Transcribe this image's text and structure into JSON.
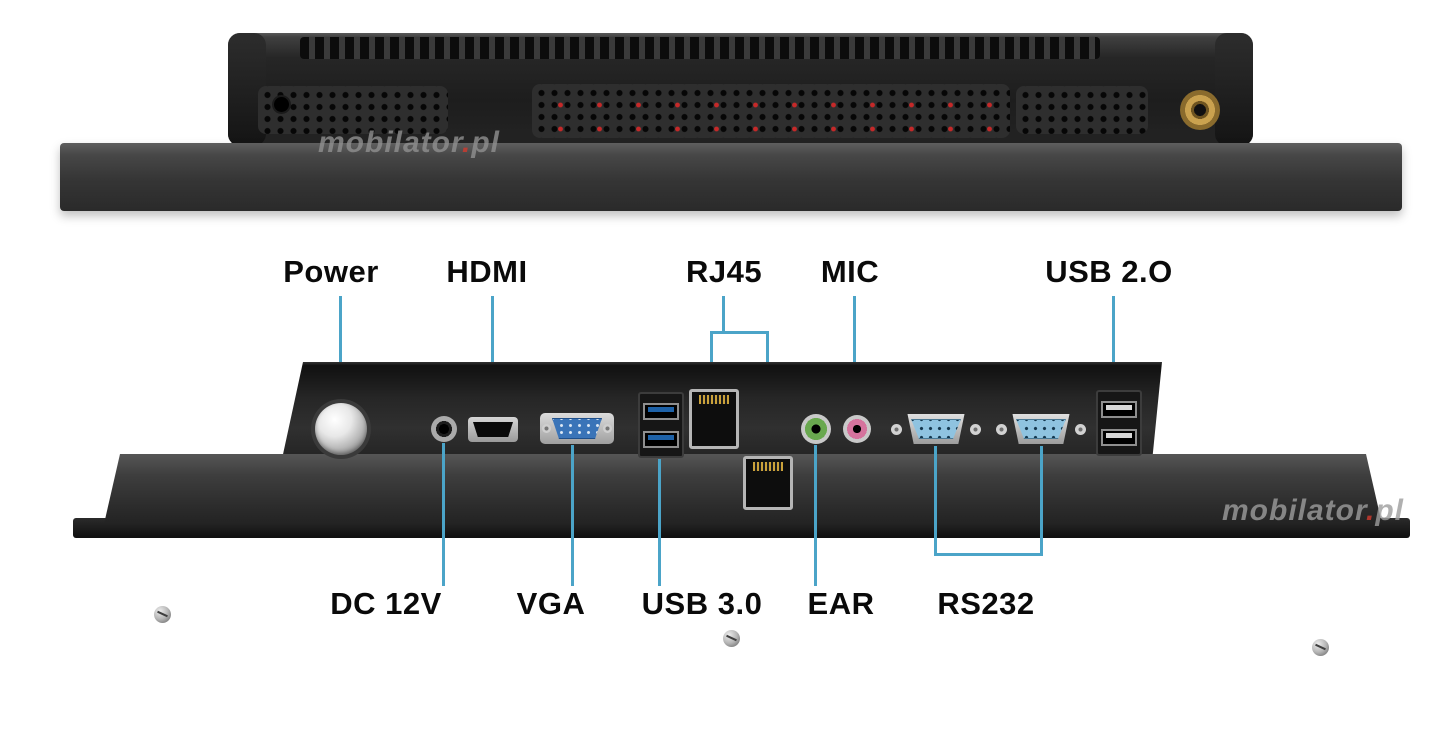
{
  "watermark": {
    "name": "mobilator",
    "dot": ".",
    "tld": "pl"
  },
  "top_labels": [
    {
      "id": "power",
      "text": "Power"
    },
    {
      "id": "hdmi",
      "text": "HDMI"
    },
    {
      "id": "rj45",
      "text": "RJ45"
    },
    {
      "id": "mic",
      "text": "MIC"
    },
    {
      "id": "usb2",
      "text": "USB 2.O"
    }
  ],
  "bottom_labels": [
    {
      "id": "dc12v",
      "text": "DC 12V"
    },
    {
      "id": "vga",
      "text": "VGA"
    },
    {
      "id": "usb3",
      "text": "USB 3.0"
    },
    {
      "id": "ear",
      "text": "EAR"
    },
    {
      "id": "rs232",
      "text": "RS232"
    }
  ],
  "colors": {
    "leader_line": "#4BA4C8",
    "vga_blue": "#3A74B8",
    "usb3_blue": "#1E62A8",
    "ear_green": "#69A84F",
    "mic_pink": "#D5739D",
    "rs232_blue": "#8FC3E0",
    "antenna_gold": "#CAA24F",
    "watermark_red": "#D03A2E"
  }
}
